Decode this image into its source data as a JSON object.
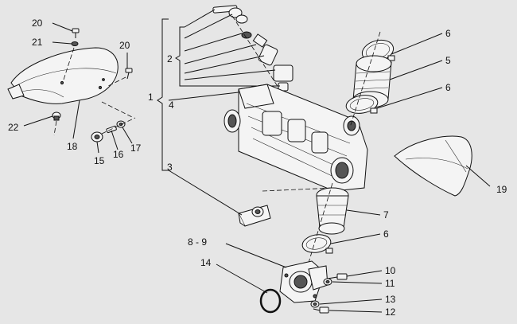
{
  "diagram": {
    "labels": {
      "n1": "1",
      "n2": "2",
      "n3": "3",
      "n4": "4",
      "n5": "5",
      "n6a": "6",
      "n6b": "6",
      "n6c": "6",
      "n7": "7",
      "n89": "8 - 9",
      "n10": "10",
      "n11": "11",
      "n12": "12",
      "n13": "13",
      "n14": "14",
      "n15": "15",
      "n16": "16",
      "n17": "17",
      "n18": "18",
      "n19": "19",
      "n20a": "20",
      "n20b": "20",
      "n21": "21",
      "n22": "22"
    }
  }
}
